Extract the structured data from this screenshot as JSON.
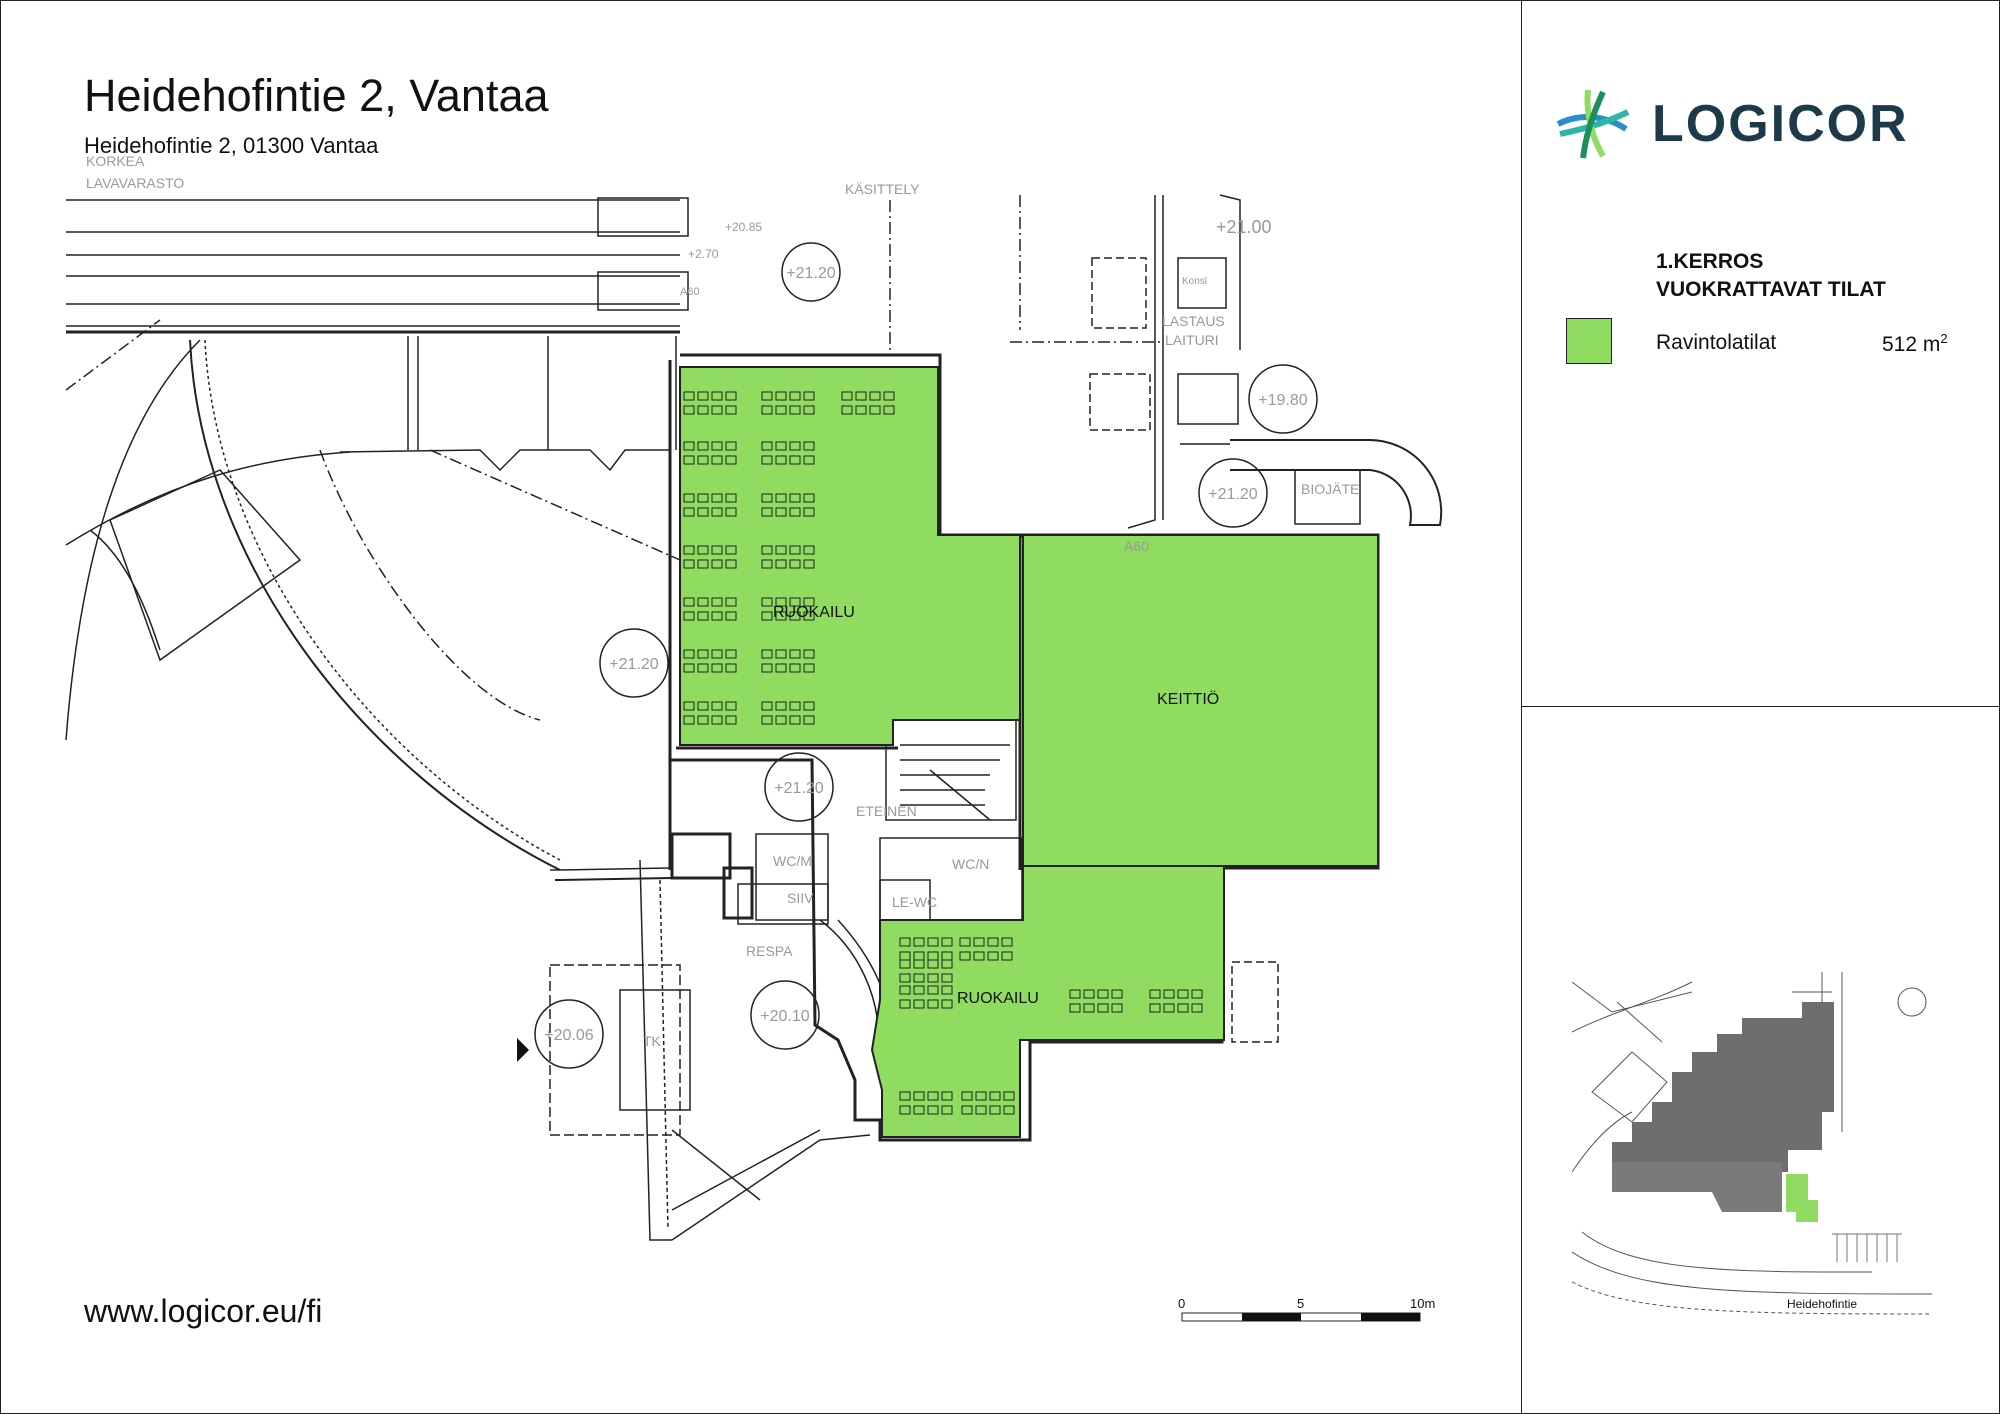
{
  "header": {
    "title": "Heidehofintie 2, Vantaa",
    "address": "Heidehofintie 2, 01300 Vantaa"
  },
  "footer": {
    "website": "www.logicor.eu/fi"
  },
  "logo": {
    "text": "LOGICOR",
    "colors": [
      "#1d3a4a",
      "#2fb4a8",
      "#8fdc61",
      "#2a8fc9"
    ]
  },
  "floor": {
    "title_line1": "1.KERROS",
    "title_line2": "VUOKRATTAVAT TILAT"
  },
  "legend": {
    "label": "Ravintolatilat",
    "area_value": "512 m",
    "area_sup": "2",
    "color": "#8fdc61"
  },
  "rooms": {
    "ruokailu_top": "RUOKAILU",
    "keittio": "KEITTIÖ",
    "ruokailu_bottom": "RUOKAILU"
  },
  "faint_labels": {
    "korkea": "KORKEA",
    "lavavarasto": "LAVAVARASTO",
    "kasittely": "KÄSITTELY",
    "lastaus": "LASTAUS",
    "laituri": "LAITURI",
    "konsl": "Konsl",
    "biojate": "BIOJÄTE",
    "a60_top": "A60",
    "eteinen": "ETEINEN",
    "wcm": "WC/M",
    "wcn": "WC/N",
    "siiv": "SIIV",
    "le_wc": "LE-WC",
    "respa": "RESPA",
    "tk": "TK",
    "lvl_2085": "+20.85",
    "lvl_2270": "+2.70",
    "lvl_2100": "+21.00",
    "a60_side": "A60"
  },
  "levels": {
    "l1": "+21.20",
    "l2": "+21.20",
    "l3": "+21.20",
    "l4": "+19.80",
    "l5": "+21.20",
    "l6": "+20.10",
    "l7": "+20.06"
  },
  "scale_bar": {
    "zero": "0",
    "mid": "5",
    "end": "10m"
  },
  "minimap": {
    "street_label": "Heidehofintie"
  }
}
